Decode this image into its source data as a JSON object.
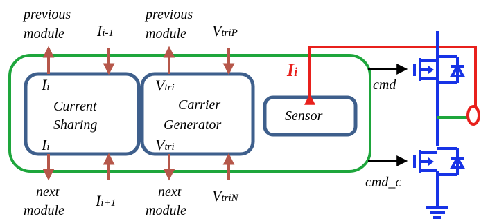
{
  "colors": {
    "green": "#1ea63c",
    "blue_box": "#3e5f8c",
    "brown_arrow": "#b6574a",
    "red": "#e8201c",
    "device_blue": "#1733e6"
  },
  "top_labels": {
    "prev_module_1_a": "previous",
    "prev_module_1_b": "module",
    "i_minus_1_base": "I",
    "i_minus_1_sub": "i-1",
    "prev_module_2_a": "previous",
    "prev_module_2_b": "module",
    "vtrip_base": "V",
    "vtrip_sub": "triP"
  },
  "bottom_labels": {
    "next_module_1_a": "next",
    "next_module_1_b": "module",
    "i_plus_1_base": "I",
    "i_plus_1_sub": "i+1",
    "next_module_2_a": "next",
    "next_module_2_b": "module",
    "vtrin_base": "V",
    "vtrin_sub": "triN"
  },
  "blocks": {
    "current_sharing": {
      "line1": "Current",
      "line2": "Sharing",
      "port_top": "I",
      "port_top_sub": "i",
      "port_bottom": "I",
      "port_bottom_sub": "i"
    },
    "carrier_generator": {
      "line1": "Carrier",
      "line2": "Generator",
      "port_top": "V",
      "port_top_sub": "tri",
      "port_bottom": "V",
      "port_bottom_sub": "tri"
    },
    "sensor": {
      "label": "Sensor"
    }
  },
  "signals": {
    "ii_base": "I",
    "ii_sub": "i",
    "cmd": "cmd",
    "cmd_c": "cmd_c"
  }
}
